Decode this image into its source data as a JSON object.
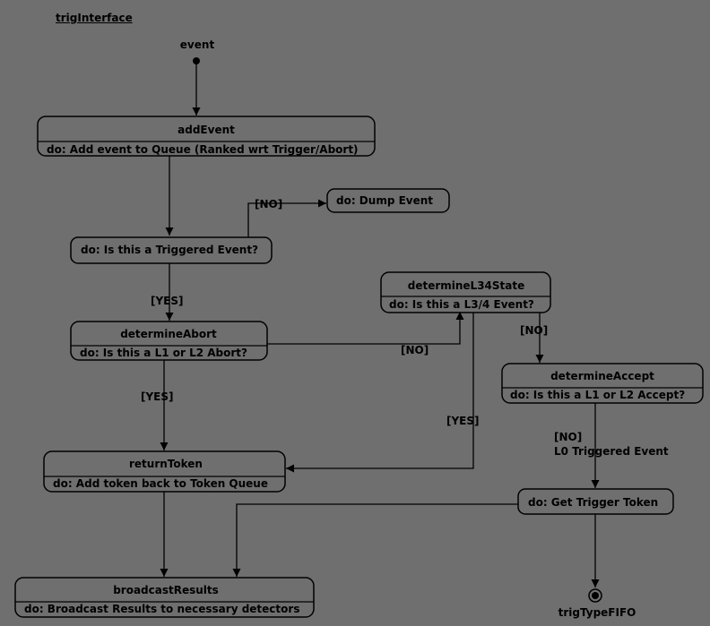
{
  "diagram": {
    "title": "trigInterface",
    "initial_label": "event",
    "final_label": "trigTypeFIFO",
    "states": {
      "addEvent": {
        "name": "addEvent",
        "action": "do: Add event to Queue (Ranked wrt Trigger/Abort)"
      },
      "dumpEvent": {
        "action": "do: Dump Event"
      },
      "triggeredCheck": {
        "action": "do: Is this a Triggered Event?"
      },
      "determineL34State": {
        "name": "determineL34State",
        "action": "do: Is this a L3/4 Event?"
      },
      "determineAbort": {
        "name": "determineAbort",
        "action": "do: Is this a L1 or L2 Abort?"
      },
      "determineAccept": {
        "name": "determineAccept",
        "action": "do: Is this a L1 or L2 Accept?"
      },
      "returnToken": {
        "name": "returnToken",
        "action": "do: Add token back to Token Queue"
      },
      "getTriggerToken": {
        "action": "do: Get Trigger Token"
      },
      "broadcastResults": {
        "name": "broadcastResults",
        "action": "do: Broadcast Results to necessary detectors"
      }
    },
    "guards": {
      "no_dump": "[NO]",
      "yes_triggered": "[YES]",
      "no_abort": "[NO]",
      "yes_abort": "[YES]",
      "yes_l34": "[YES]",
      "no_l34": "[NO]",
      "no_accept": "[NO]",
      "no_accept_note": "L0 Triggered Event"
    }
  }
}
